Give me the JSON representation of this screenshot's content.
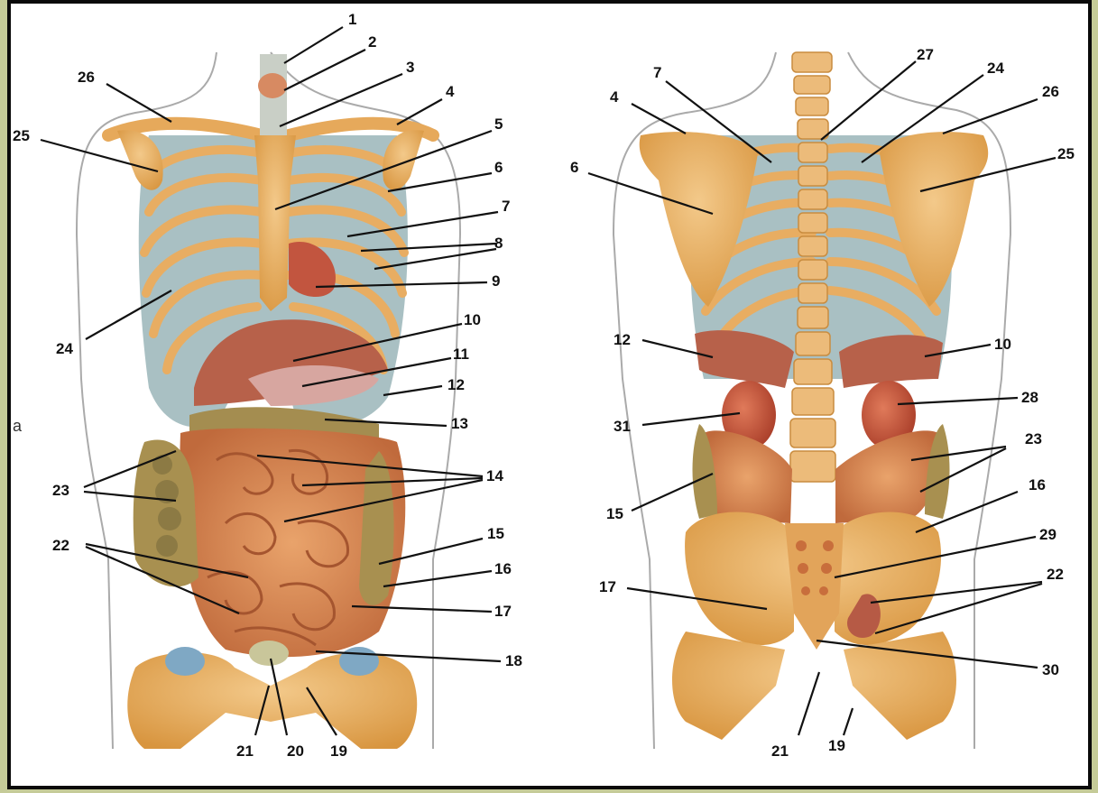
{
  "figure": {
    "panel_letter": "a",
    "front_labels": [
      "1",
      "2",
      "3",
      "4",
      "5",
      "6",
      "7",
      "8",
      "9",
      "10",
      "11",
      "12",
      "13",
      "14",
      "15",
      "16",
      "17",
      "18",
      "19",
      "20",
      "21",
      "22",
      "23",
      "24",
      "25",
      "26"
    ],
    "back_labels": [
      "4",
      "6",
      "7",
      "10",
      "12",
      "15",
      "16",
      "17",
      "19",
      "21",
      "22",
      "23",
      "24",
      "25",
      "26",
      "27",
      "28",
      "29",
      "30",
      "31"
    ]
  },
  "colors": {
    "background": "#c5cb98",
    "panel": "#ffffff",
    "bone": "#e5a85a",
    "bone_light": "#f1c483",
    "cartilage": "#9bb4b8",
    "intestine": "#d7854f",
    "colon": "#b79a5a",
    "liver": "#b65a45",
    "kidney": "#c0503a",
    "outline": "#9a9a9a"
  }
}
